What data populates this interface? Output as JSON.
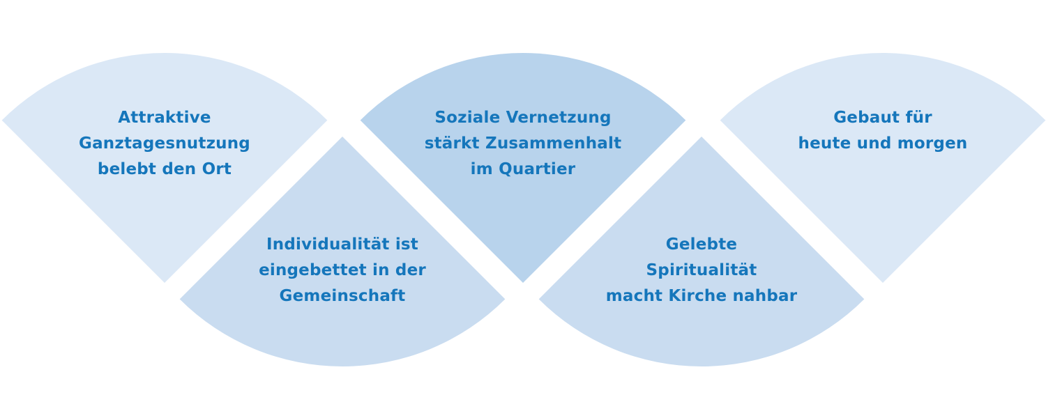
{
  "colors": {
    "text": "#1576bb",
    "segment_light": "#dbe8f6",
    "segment_medium": "#c9dcf0",
    "segment_strong": "#b8d3ec"
  },
  "segments": [
    {
      "id": "attraktive-ganztagesnutzung",
      "orientation": "down",
      "shade": "segment_light",
      "lines": [
        "Attraktive",
        "Ganztagesnutzung",
        "belebt den Ort"
      ]
    },
    {
      "id": "individualitaet",
      "orientation": "up",
      "shade": "segment_medium",
      "lines": [
        "Individualität ist",
        "eingebettet in der",
        "Gemeinschaft"
      ]
    },
    {
      "id": "soziale-vernetzung",
      "orientation": "down",
      "shade": "segment_strong",
      "lines": [
        "Soziale Vernetzung",
        "stärkt Zusammenhalt",
        "im Quartier"
      ]
    },
    {
      "id": "gelebte-spiritualitaet",
      "orientation": "up",
      "shade": "segment_medium",
      "lines": [
        "Gelebte",
        "Spiritualität",
        "macht Kirche nahbar"
      ]
    },
    {
      "id": "gebaut-fuer-heute",
      "orientation": "down",
      "shade": "segment_light",
      "lines": [
        "Gebaut für",
        "heute und morgen"
      ]
    }
  ]
}
